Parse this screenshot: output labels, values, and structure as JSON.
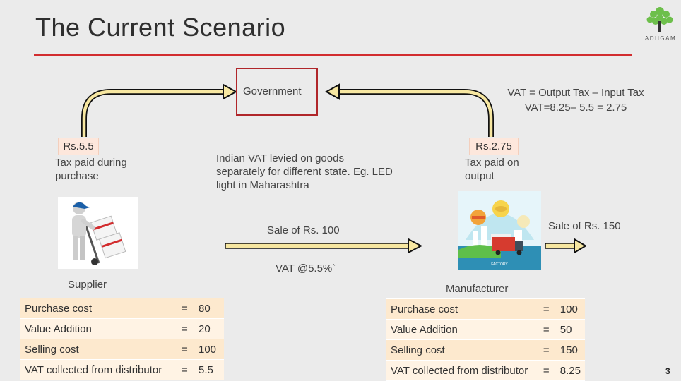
{
  "slide": {
    "title": "The Current Scenario",
    "page_number": "3",
    "logo_text": "ADIIGAM"
  },
  "government": {
    "label": "Government"
  },
  "vat_formula": {
    "line1": "VAT = Output Tax – Input Tax",
    "line2": "VAT=8.25– 5.5 = 2.75"
  },
  "supplier": {
    "tax_tag": "Rs.5.5",
    "tax_note": "Tax paid during purchase",
    "label": "Supplier",
    "table": [
      {
        "key": "Purchase cost",
        "eq": "=",
        "value": "80"
      },
      {
        "key": "Value Addition",
        "eq": "=",
        "value": "20"
      },
      {
        "key": "Selling cost",
        "eq": "=",
        "value": "100"
      },
      {
        "key": "VAT collected from distributor",
        "eq": "=",
        "value": "5.5"
      }
    ]
  },
  "middle": {
    "note": "Indian VAT levied on goods separately for different state. Eg. LED light in Maharashtra",
    "sale_label": "Sale of Rs. 100",
    "vat_label": "VAT @5.5%`"
  },
  "manufacturer": {
    "tax_tag": "Rs.2.75",
    "tax_note": "Tax paid on output",
    "sale_label": "Sale of Rs. 150",
    "label": "Manufacturer",
    "image_caption": "FACTORY",
    "table": [
      {
        "key": "Purchase cost",
        "eq": "=",
        "value": "100"
      },
      {
        "key": "Value Addition",
        "eq": "=",
        "value": "50"
      },
      {
        "key": "Selling cost",
        "eq": "=",
        "value": "150"
      },
      {
        "key": "VAT collected from distributor",
        "eq": "=",
        "value": "8.25"
      }
    ]
  },
  "colors": {
    "accent_red": "#d22d2f",
    "box_red": "#b0262a",
    "arrow_fill": "#f7e7a1",
    "tag_bg": "#fde7dc",
    "table_odd": "#fde9ce",
    "table_even": "#fff3e4",
    "background": "#ebebeb"
  },
  "icons": {
    "logo": "tree-logo-icon",
    "supplier": "delivery-person-hand-truck-icon",
    "manufacturer": "factory-illustration-icon"
  }
}
